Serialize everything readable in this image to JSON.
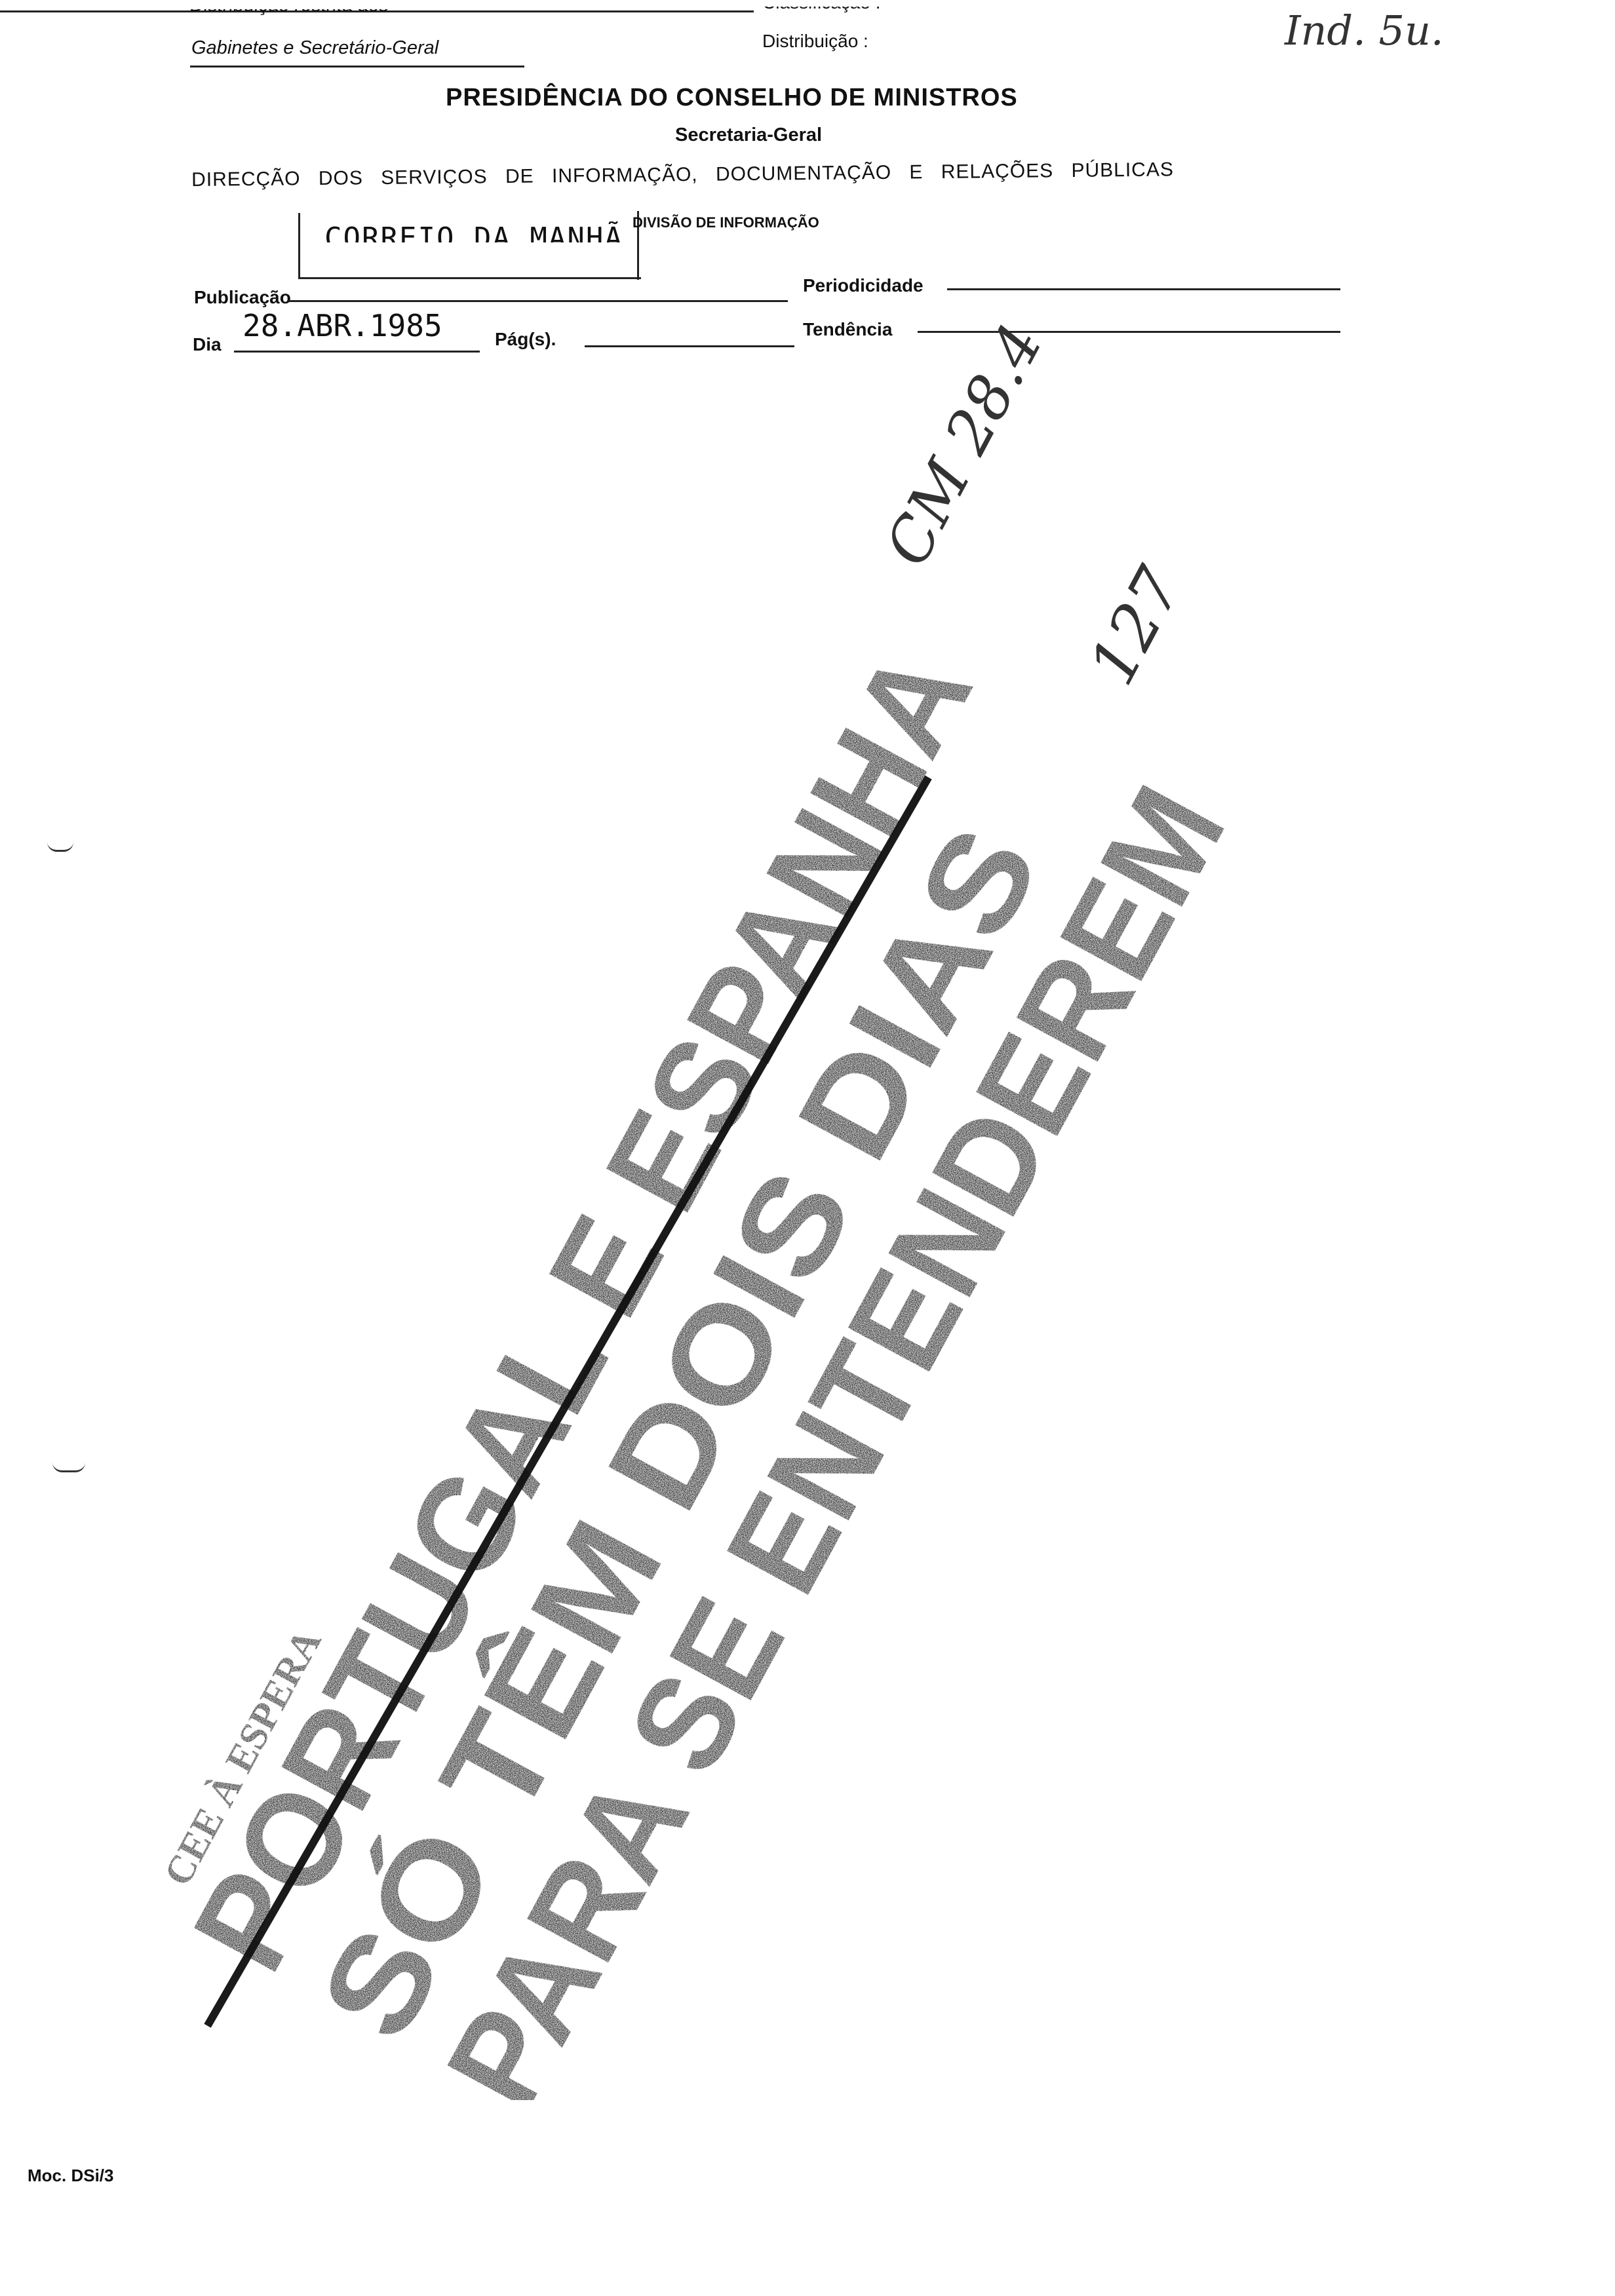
{
  "header": {
    "distribution_restricted": "Distribuição restrita aos",
    "cabinets": "Gabinetes e Secretário-Geral",
    "classification_label": "Classificação :",
    "distribution_label": "Distribuição :",
    "handwritten_top": "Ind. 5u."
  },
  "org": {
    "title": "PRESIDÊNCIA DO CONSELHO DE MINISTROS",
    "secretariat": "Secretaria-Geral",
    "directorate": "DIRECÇÃO DOS SERVIÇOS DE INFORMAÇÃO, DOCUMENTAÇÃO E RELAÇÕES PÚBLICAS",
    "division": "DIVISÃO DE INFORMAÇÃO"
  },
  "form": {
    "source_stamp": "CORREIO DA MANHÃ",
    "publication_label": "Publicação",
    "periodicity_label": "Periodicidade",
    "day_label": "Dia",
    "day_value": "28.ABR.1985",
    "pages_label": "Pág(s).",
    "tendency_label": "Tendência"
  },
  "clipping": {
    "kicker": "CEE À ESPERA",
    "headline_lines": [
      "PORTUGAL E ESPANHA",
      "SÓ TÊM DOIS DIAS",
      "PARA SE ENTENDEREM"
    ]
  },
  "annotations": {
    "note_line1": "CM 28.4",
    "note_line2": "127"
  },
  "footer": {
    "form_code": "Moc. DSi/3"
  }
}
